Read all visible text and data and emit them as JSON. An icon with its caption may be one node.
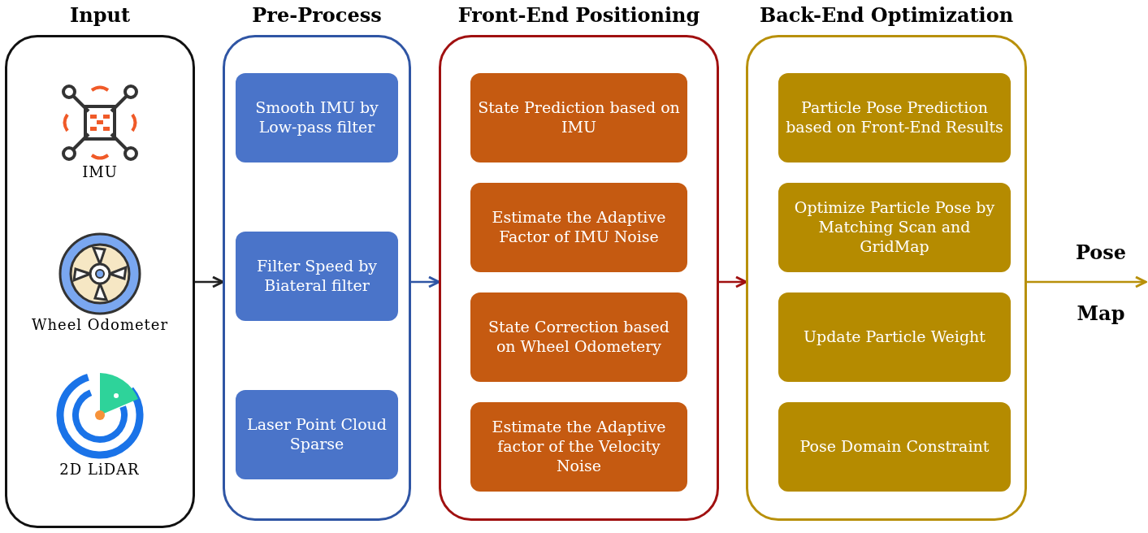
{
  "diagram": {
    "nodes": [
      {
        "text": [
          "Input"
        ]
      },
      {
        "text": [
          "IMU"
        ],
        "in": 0
      },
      {
        "text": [
          "Wheel Odometer"
        ],
        "in": 0
      },
      {
        "text": [
          "2D LiDAR"
        ],
        "in": 0
      },
      {
        "text": [
          "Pre-Process"
        ]
      },
      {
        "text": [
          "Smooth IMU by Low-pass filter"
        ],
        "in": 4
      },
      {
        "text": [
          "Filter Speed by Biateral filter"
        ],
        "in": 4
      },
      {
        "text": [
          "Laser Point Cloud Sparse"
        ],
        "in": 4
      },
      {
        "text": [
          "Front-End Positioning"
        ]
      },
      {
        "text": [
          "State Prediction based on IMU"
        ],
        "in": 8
      },
      {
        "text": [
          "Estimate the Adaptive Factor of IMU Noise"
        ],
        "in": 8
      },
      {
        "text": [
          "State Correction based on Wheel Odometery"
        ],
        "in": 8
      },
      {
        "text": [
          "Estimate the Adaptive factor of the Velocity Noise"
        ],
        "in": 8
      },
      {
        "text": [
          "Back-End Optimization"
        ]
      },
      {
        "text": [
          "Particle Pose Prediction based on Front-End Results"
        ],
        "in": 13
      },
      {
        "text": [
          "Optimize Particle Pose by Matching Scan and GridMap"
        ],
        "in": 13
      },
      {
        "text": [
          "Update Particle Weight"
        ],
        "in": 13
      },
      {
        "text": [
          "Pose Domain Constraint"
        ],
        "in": 13
      },
      {
        "text": [
          "Pose",
          "Map"
        ]
      }
    ],
    "edges": [
      {
        "from": 0,
        "to": 4,
        "arrow": "to"
      },
      {
        "from": 4,
        "to": 8,
        "arrow": "to",
        "color": "#2f55a4"
      },
      {
        "from": 8,
        "to": 13,
        "arrow": "to",
        "color": "#a01010"
      },
      {
        "from": 13,
        "to": 18,
        "arrow": "to",
        "color": "#b8900a"
      }
    ]
  }
}
